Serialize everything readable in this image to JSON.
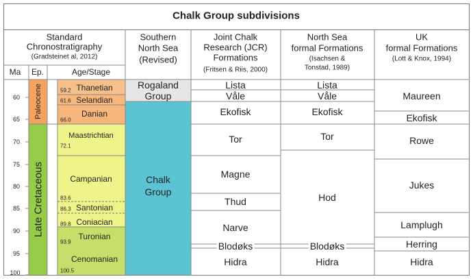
{
  "title": "Chalk Group subdivisions",
  "headers": {
    "standard": {
      "l1": "Standard",
      "l2": "Chronostratigraphy",
      "cite": "(Gradsteinet al, 2012)"
    },
    "ma": "Ma",
    "ep": "Ep.",
    "age": "Age/Stage",
    "sns": {
      "l1": "Southern",
      "l2": "North Sea",
      "l3": "(Revised)"
    },
    "jcr": {
      "l1": "Joint Chalk",
      "l2": "Research (JCR)",
      "l3": "Formations",
      "cite": "(Fritsen & Riis, 2000)"
    },
    "nsf": {
      "l1": "North Sea",
      "l2": "formal Formations",
      "cite1": "(Isachsen &",
      "cite2": "Tonstad, 1989)"
    },
    "uk": {
      "l1": "UK",
      "l2": "formal Formations",
      "cite": "(Lott & Knox, 1994)"
    }
  },
  "ma_axis": {
    "ticks": [
      "60",
      "65",
      "70",
      "75",
      "80",
      "85",
      "90",
      "95",
      "100"
    ]
  },
  "epochs": {
    "paleocene": "Paleocene",
    "late_cretaceous": "Late Cretaceous"
  },
  "stages": [
    {
      "name": "Thanetian",
      "age": "59.2"
    },
    {
      "name": "Selandian",
      "age": "61.6"
    },
    {
      "name": "Danian",
      "age": "66.0"
    },
    {
      "name": "Maastrichtian",
      "age": "72.1"
    },
    {
      "name": "Campanian",
      "age": "83.6"
    },
    {
      "name": "Santonian",
      "age": "86.3"
    },
    {
      "name": "Coniacian",
      "age": "89.8"
    },
    {
      "name": "Turonian",
      "age": "93.9"
    },
    {
      "name": "Cenomanian",
      "age": "100.5"
    }
  ],
  "sns_units": {
    "rogaland_l1": "Rogaland",
    "rogaland_l2": "Group",
    "chalk_l1": "Chalk",
    "chalk_l2": "Group"
  },
  "jcr_units": {
    "lista": "Lista",
    "vale": "Våle",
    "ekofisk": "Ekofisk",
    "tor": "Tor",
    "magne": "Magne",
    "thud": "Thud",
    "narve": "Narve",
    "blodoks": "Blodøks",
    "hidra": "Hidra"
  },
  "nsf_units": {
    "lista": "Lista",
    "vale": "Våle",
    "ekofisk": "Ekofisk",
    "tor": "Tor",
    "hod": "Hod",
    "blodoks": "Blodøks",
    "hidra": "Hidra"
  },
  "uk_units": {
    "maureen": "Maureen",
    "ekofisk": "Ekofisk",
    "rowe": "Rowe",
    "jukes": "Jukes",
    "lamplugh": "Lamplugh",
    "herring": "Herring",
    "hidra": "Hidra"
  },
  "colors": {
    "paleocene": "#f4a460",
    "danian": "#f6b57a",
    "late_cretaceous": "#96cc4a",
    "stage_upper": "#eef48a",
    "stage_lower": "#c5df6a",
    "chalk": "#5bc3d2",
    "rogaland": "#e6e6e6"
  }
}
